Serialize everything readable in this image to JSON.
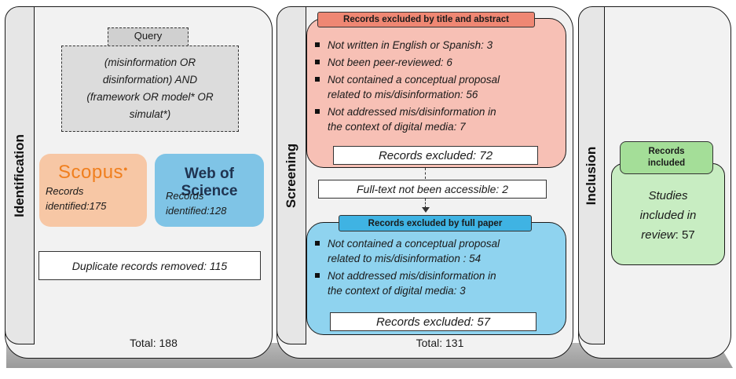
{
  "colors": {
    "panel": "#f2f2f2",
    "scopus_box": "#f7c7a5",
    "scopus_logo": "#f07f1e",
    "wos_box": "#7fc4e6",
    "screen_title_abstract": "#f7c0b5",
    "screen_title_abstract_header": "#ef8773",
    "screen_full_paper": "#8fd3ef",
    "screen_full_paper_header": "#3fb3e3",
    "inclusion": "#c8edc2",
    "inclusion_header": "#a4de98"
  },
  "identification": {
    "label": "Identification",
    "query_label": "Query",
    "query_lines": [
      "(misinformation OR",
      "disinformation) AND",
      "(framework OR model* OR",
      "simulat*)"
    ],
    "scopus": {
      "logo": "Scopus",
      "line1": "Records",
      "line2": "identified:175"
    },
    "wos": {
      "logo": "Web of Science",
      "line1": "Records",
      "line2": "identified:128"
    },
    "duplicates": "Duplicate records removed: 115",
    "total": "Total: 188"
  },
  "screening": {
    "label": "Screening",
    "title_abstract": {
      "header": "Records excluded by title and abstract",
      "items": [
        [
          "Not written in English or Spanish: 3"
        ],
        [
          "Not been peer-reviewed: 6"
        ],
        [
          "Not contained a conceptual proposal",
          "related to mis/disinformation: 56"
        ],
        [
          "Not addressed mis/disinformation in",
          "the context of digital media: 7"
        ]
      ],
      "excluded": "Records excluded: 72"
    },
    "full_text": "Full-text not been accessible: 2",
    "full_paper": {
      "header": "Records excluded by full paper",
      "items": [
        [
          "Not contained a conceptual proposal",
          "related to mis/disinformation : 54"
        ],
        [
          "Not addressed mis/disinformation in",
          "the context of digital media: 3"
        ]
      ],
      "excluded": "Records excluded: 57"
    },
    "total": "Total: 131"
  },
  "inclusion": {
    "label": "Inclusion",
    "header_line1": "Records",
    "header_line2": "included",
    "line1": "Studies",
    "line2": "included in",
    "line3_italic": "review",
    "line3_rest": ": 57"
  }
}
